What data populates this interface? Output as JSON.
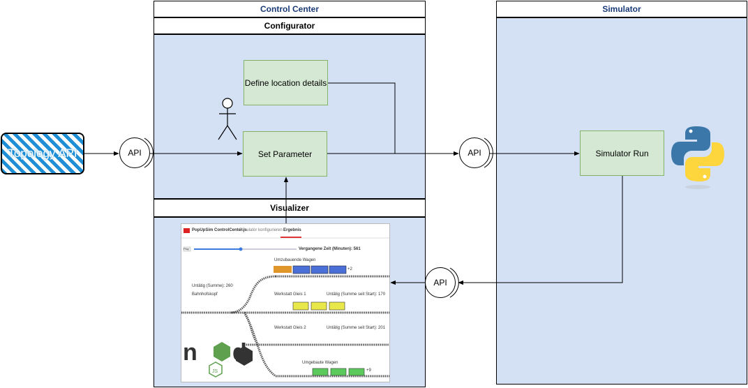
{
  "topology": {
    "label": "Topology API"
  },
  "api_label": "API",
  "control_center": {
    "title": "Control Center",
    "configurator": {
      "title": "Configurator",
      "define_location": "Define location details",
      "set_parameter": "Set Parameter"
    },
    "visualizer": {
      "title": "Visualizer",
      "app": {
        "title": "PopUpSim ControlCenter.js",
        "tab_configure": "Simulator konfigurieren",
        "tab_results": "Ergebnis",
        "play": "Play",
        "elapsed": "Vergangene Zeit (Minuten): 561",
        "label_wagons_to_convert": "Umzubauende Wagen",
        "plus2": "+2",
        "idle_sum": "Untätig (Summe): 260",
        "station_head": "Bahnhofskopf",
        "workshop1": "Werkstatt Gleis 1",
        "idle_since_start_1": "Untätig (Summe seit Start): 170",
        "workshop2": "Werkstatt Gleis 2",
        "idle_since_start_2": "Untätig (Summe seit Start): 201",
        "converted_wagons": "Umgebaute Wagen",
        "plus9": "+9"
      }
    }
  },
  "simulator": {
    "title": "Simulator",
    "run": "Simulator Run"
  },
  "colors": {
    "lane": "#d4e1f5",
    "process_fill": "#d5e8d4",
    "process_border": "#82b366",
    "title_text": "#1a3a78",
    "wagon_blue": "#4a6fd6",
    "wagon_yellow": "#e8e84a",
    "wagon_green": "#5cc95c"
  },
  "icons": [
    "actor-icon",
    "python-logo-icon",
    "nodejs-logo-icon"
  ]
}
